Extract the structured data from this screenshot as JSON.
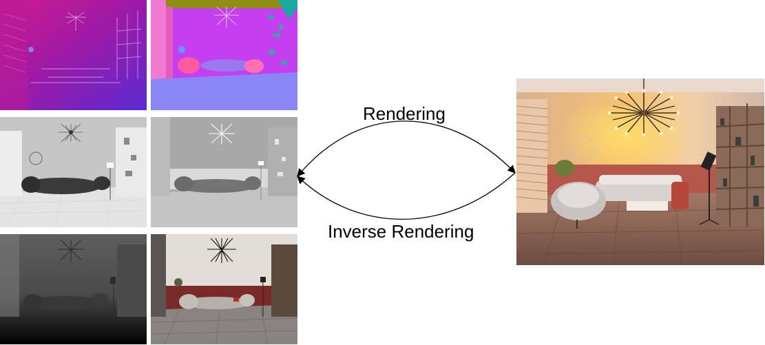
{
  "diagram": {
    "forward_label": "Rendering",
    "inverse_label": "Inverse Rendering"
  },
  "panels": [
    {
      "id": "normal-world",
      "kind": "world-space normal map",
      "colors": [
        "#c2158f",
        "#8d1ab4",
        "#5a2ad0"
      ]
    },
    {
      "id": "normal-cam",
      "kind": "camera-space normal map",
      "colors": [
        "#ee72d6",
        "#8a86f6",
        "#c23ff0"
      ]
    },
    {
      "id": "roughness",
      "kind": "roughness map",
      "colors": [
        "#c8c8c8",
        "#3a3a3a",
        "#e6e6e6"
      ]
    },
    {
      "id": "metallic",
      "kind": "metallic map",
      "colors": [
        "#a8a8a8",
        "#6a6a6a",
        "#d0d0d0"
      ]
    },
    {
      "id": "depth",
      "kind": "depth map",
      "colors": [
        "#5a5a5a",
        "#1a1a1a",
        "#000000"
      ]
    },
    {
      "id": "albedo",
      "kind": "albedo map",
      "colors": [
        "#e3dfd8",
        "#7a2a26",
        "#8a8480"
      ]
    },
    {
      "id": "render",
      "kind": "rendered image",
      "colors": [
        "#f6c27a",
        "#b5574a",
        "#8a6a5a"
      ]
    }
  ]
}
